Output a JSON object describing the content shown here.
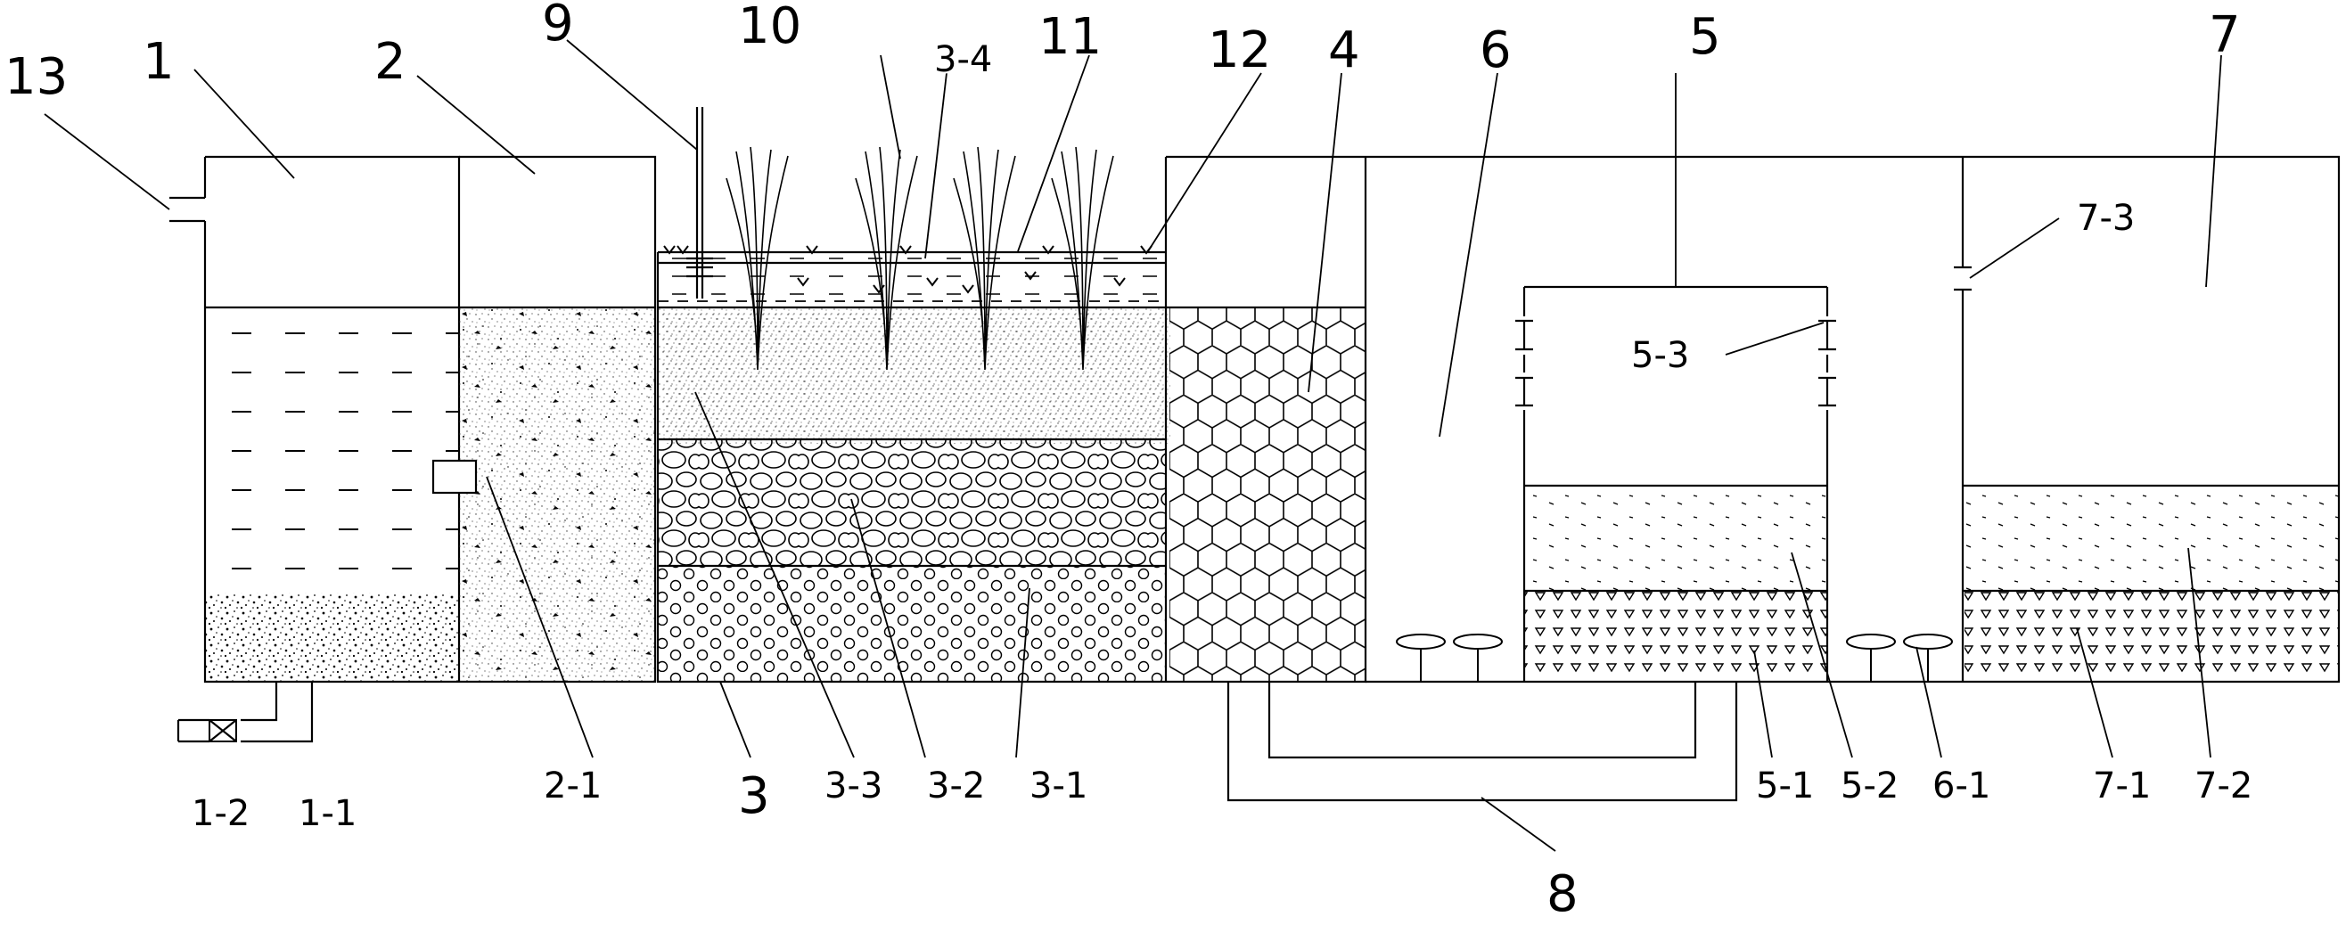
{
  "labels": {
    "l1": "1",
    "l2": "2",
    "l3": "3",
    "l4": "4",
    "l5": "5",
    "l6": "6",
    "l7": "7",
    "l8": "8",
    "l9": "9",
    "l10": "10",
    "l11": "11",
    "l12": "12",
    "l13": "13",
    "l1_1": "1-1",
    "l1_2": "1-2",
    "l2_1": "2-1",
    "l3_1": "3-1",
    "l3_2": "3-2",
    "l3_3": "3-3",
    "l3_4": "3-4",
    "l5_1": "5-1",
    "l5_2": "5-2",
    "l5_3": "5-3",
    "l6_1": "6-1",
    "l7_1": "7-1",
    "l7_2": "7-2",
    "l7_3": "7-3"
  }
}
